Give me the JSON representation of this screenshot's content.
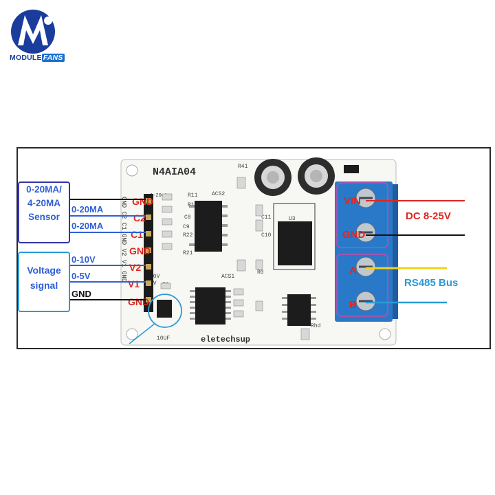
{
  "logo": {
    "text_main": "MODULE",
    "text_accent": "FANS"
  },
  "board": {
    "model": "N4AIA04",
    "brand": "eletechsup",
    "pins_left": [
      "GND",
      "C2",
      "C1",
      "GND",
      "V2",
      "V1",
      "GND"
    ],
    "pin_side_text": "GND C2 C1 GND V2 V1 GND",
    "silk": [
      "R41",
      "R11",
      "R12",
      "C8",
      "R22",
      "R21",
      "C9",
      "U3",
      "C10",
      "C11",
      "R3",
      "10UF",
      "ACS2",
      "ACS1",
      "R0",
      "Rhd",
      "10V",
      "5V",
      "1-20mA"
    ],
    "terminals": [
      "VIN",
      "GND",
      "A",
      "B"
    ]
  },
  "labels": {
    "sensor_lines": [
      "0-20MA/",
      "4-20MA",
      "Sensor"
    ],
    "voltage_lines": [
      "Voltage",
      "signal"
    ],
    "wire_c2": "0-20MA",
    "wire_c1": "0-20MA",
    "wire_v2": "0-10V",
    "wire_v1": "0-5V",
    "wire_gnd": "GND",
    "power": "DC 8-25V",
    "bus": "RS485 Bus"
  },
  "colors": {
    "board": "#f7f7f4",
    "terminal": "#2a79c9",
    "pin_red": "#e0261e",
    "sensor_box": "#3333a8",
    "volt_box": "#2a9ad4",
    "power_wire": "#e0261e",
    "bus_yellow": "#f2d21a",
    "bus_cyan": "#2a9ad4"
  }
}
